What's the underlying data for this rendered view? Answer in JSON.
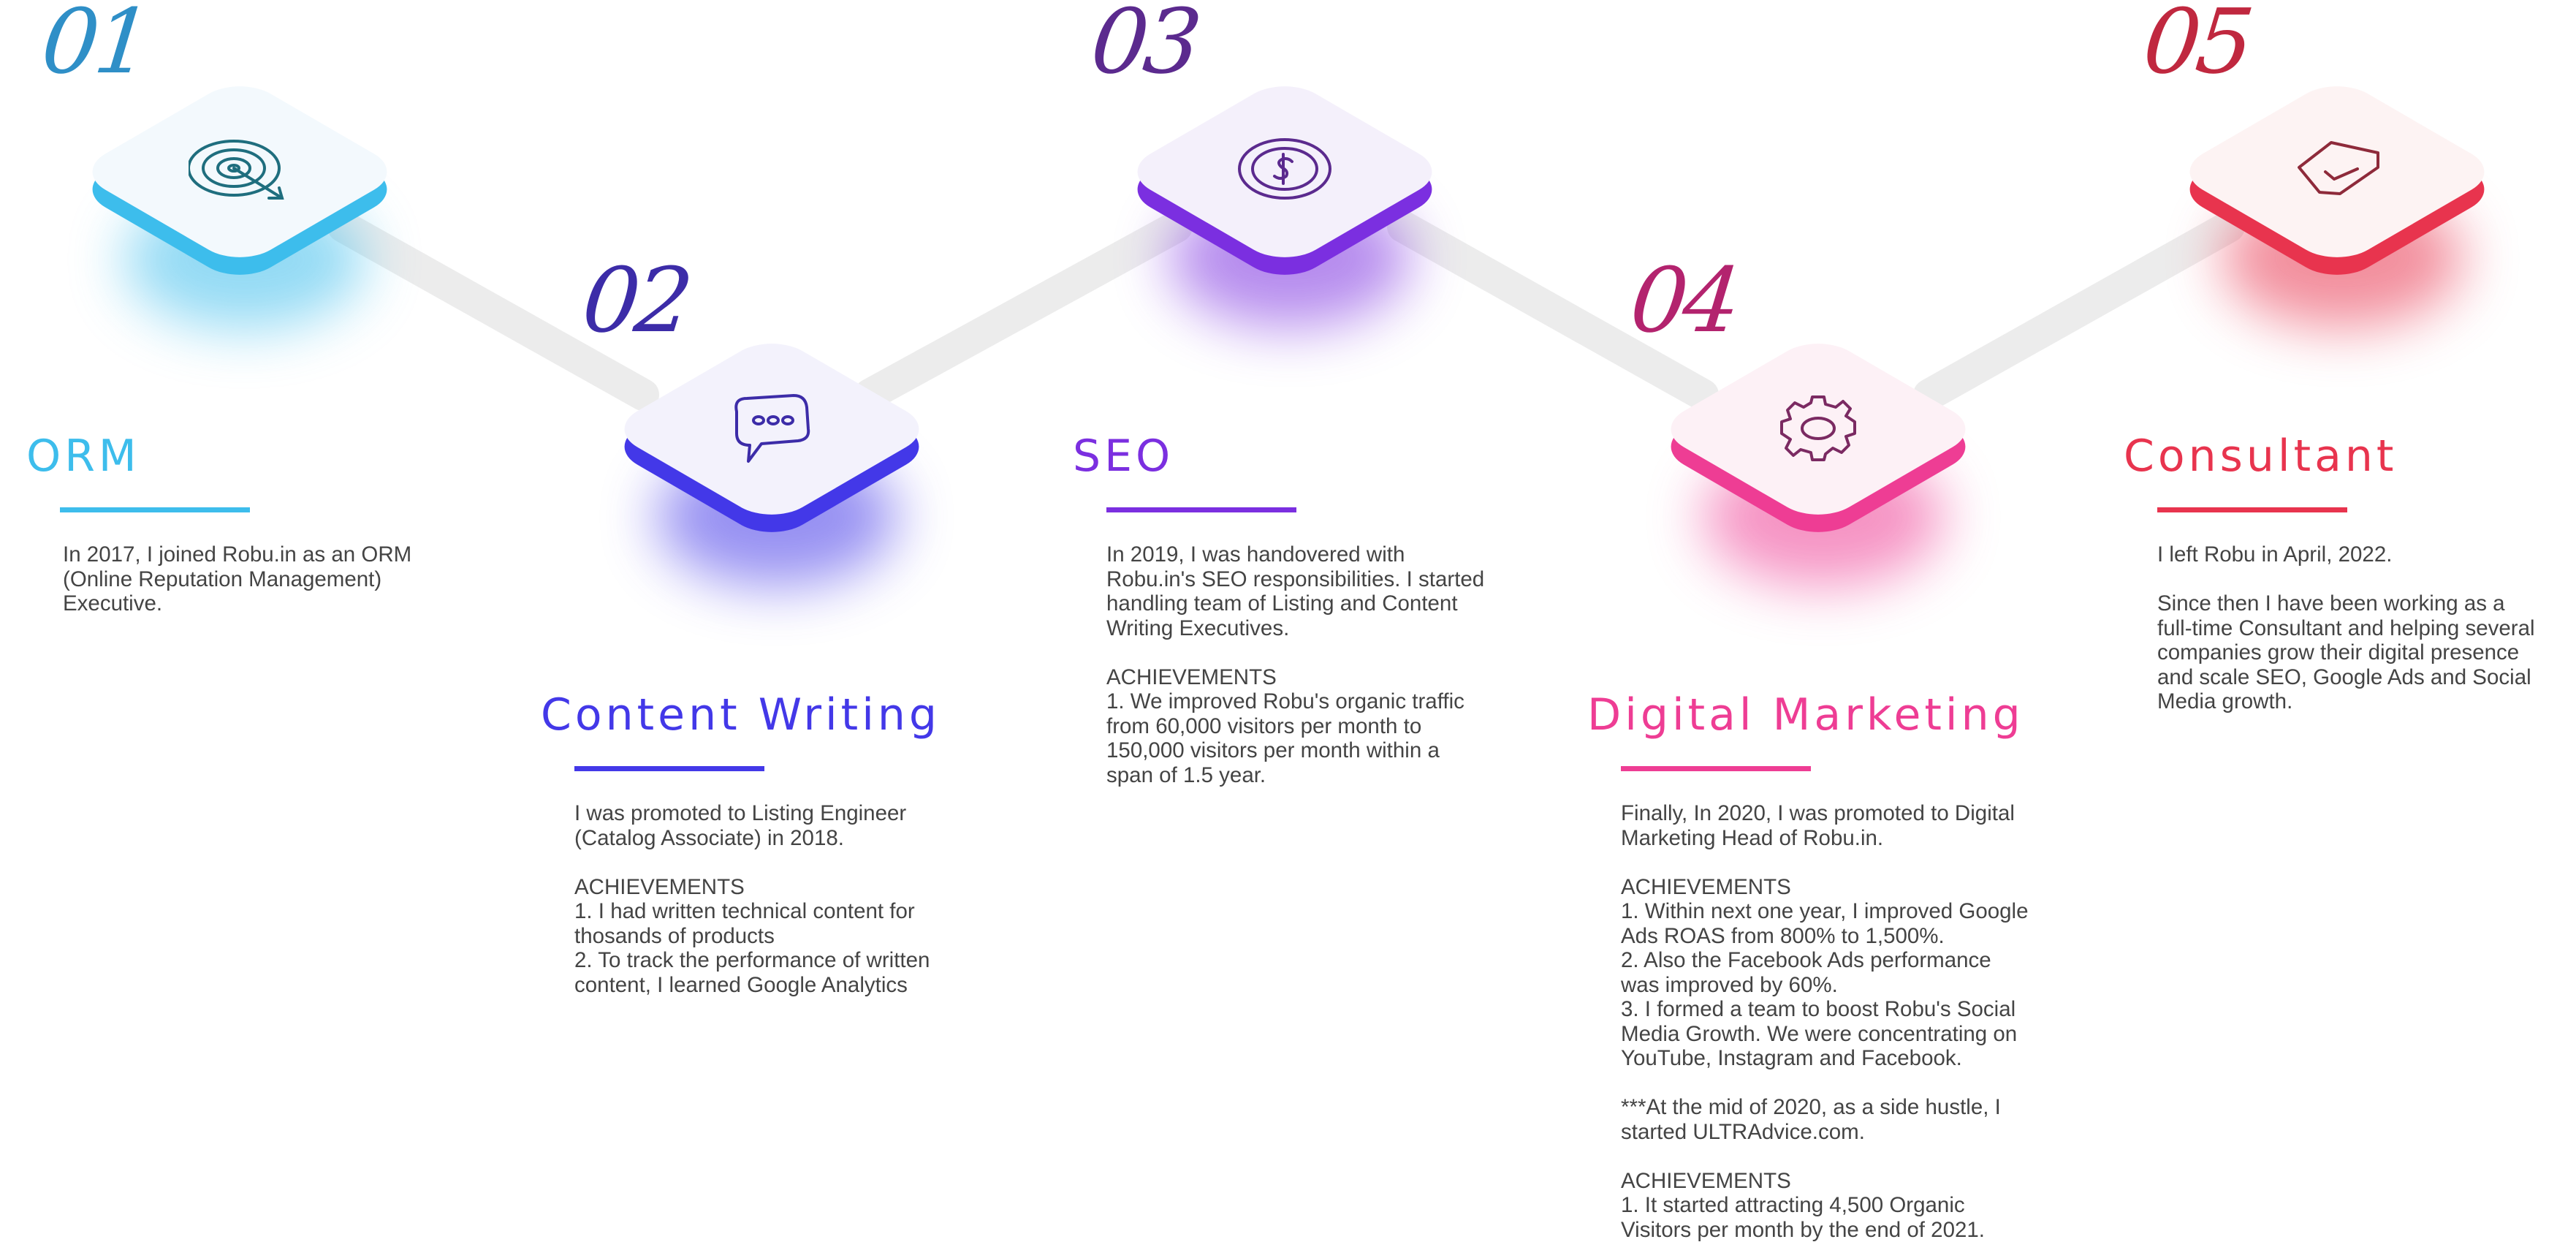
{
  "steps": [
    {
      "number": "01",
      "title": "ORM",
      "color": "#3dbdec",
      "icon": "target-icon",
      "lines": [
        "In 2017, I joined Robu.in as an ORM",
        "(Online Reputation Management)",
        "Executive."
      ]
    },
    {
      "number": "02",
      "title": "Content Writing",
      "color": "#4338e8",
      "icon": "chat-bubble-icon",
      "lines": [
        "I was promoted to Listing Engineer",
        "(Catalog Associate) in 2018.",
        "",
        "ACHIEVEMENTS",
        "1. I had written technical content for",
        "thosands of products",
        "2. To track the performance of written",
        "content, I learned Google Analytics"
      ]
    },
    {
      "number": "03",
      "title": "SEO",
      "color": "#7b2fe0",
      "icon": "dollar-coin-icon",
      "lines": [
        "In 2019, I was handovered with",
        "Robu.in's SEO responsibilities. I started",
        "handling team of Listing and Content",
        "Writing Executives.",
        "",
        "ACHIEVEMENTS",
        "1. We improved Robu's organic traffic",
        "from 60,000 visitors per month to",
        "150,000 visitors per month within a",
        "span of 1.5 year."
      ]
    },
    {
      "number": "04",
      "title": "Digital Marketing",
      "color": "#ee3d94",
      "icon": "gear-icon",
      "lines": [
        "Finally, In 2020, I was promoted to Digital",
        "Marketing Head of Robu.in.",
        "",
        "ACHIEVEMENTS",
        "1. Within next one year, I improved Google",
        "Ads ROAS from 800% to 1,500%.",
        "2. Also the Facebook Ads performance",
        "was improved by 60%.",
        "3. I formed a team to boost Robu's Social",
        "Media Growth. We were concentrating on",
        "YouTube, Instagram and Facebook.",
        "",
        "***At the mid of 2020, as a side hustle, I",
        "started ULTRAdvice.com.",
        "",
        "ACHIEVEMENTS",
        "1. It started attracting 4,500 Organic",
        "Visitors per month by the end of 2021."
      ]
    },
    {
      "number": "05",
      "title": "Consultant",
      "color": "#e8344e",
      "icon": "clipboard-check-icon",
      "lines": [
        "I left Robu in April, 2022.",
        "",
        "Since then I have been working as a",
        "full-time Consultant and helping several",
        "companies grow their digital presence",
        "and scale SEO, Google Ads and Social",
        "Media growth."
      ]
    }
  ]
}
